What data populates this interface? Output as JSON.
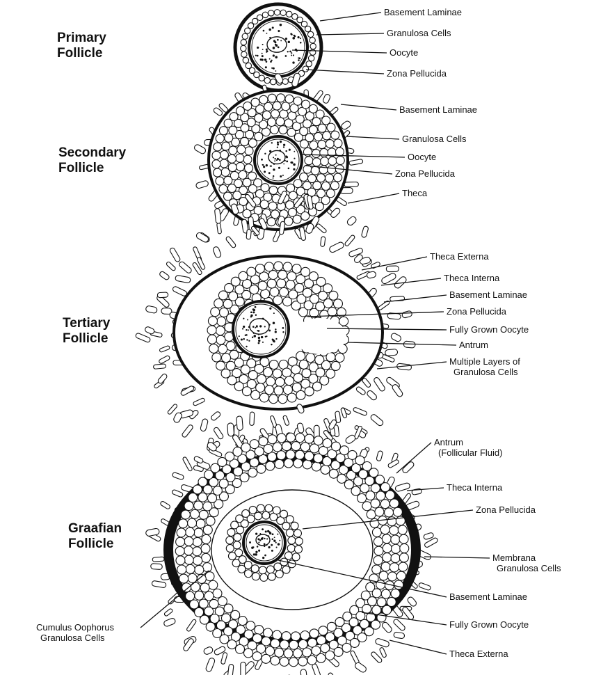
{
  "stages": [
    {
      "title": [
        "Primary",
        "Follicle"
      ],
      "labels": [
        "Basement Laminae",
        "Granulosa Cells",
        "Oocyte",
        "Zona Pellucida"
      ]
    },
    {
      "title": [
        "Secondary",
        "Follicle"
      ],
      "labels": [
        "Basement Laminae",
        "Granulosa Cells",
        "Oocyte",
        "Zona Pellucida",
        "Theca"
      ]
    },
    {
      "title": [
        "Tertiary",
        "Follicle"
      ],
      "labels": [
        "Theca Externa",
        "Theca Interna",
        "Basement Laminae",
        "Zona Pellucida",
        "Fully Grown Oocyte",
        "Antrum",
        [
          "Multiple Layers of",
          "Granulosa Cells"
        ]
      ]
    },
    {
      "title": [
        "Graafian",
        "Follicle"
      ],
      "labels": [
        [
          "Antrum",
          "(Follicular Fluid)"
        ],
        "Theca Interna",
        "Zona Pellucida",
        [
          "Membrana",
          "Granulosa Cells"
        ],
        "Basement Laminae",
        "Fully Grown Oocyte",
        "Theca Externa",
        [
          "Cumulus Oophorus",
          "Granulosa Cells"
        ]
      ]
    }
  ],
  "colors": {
    "ink": "#111111",
    "paper": "#ffffff"
  }
}
